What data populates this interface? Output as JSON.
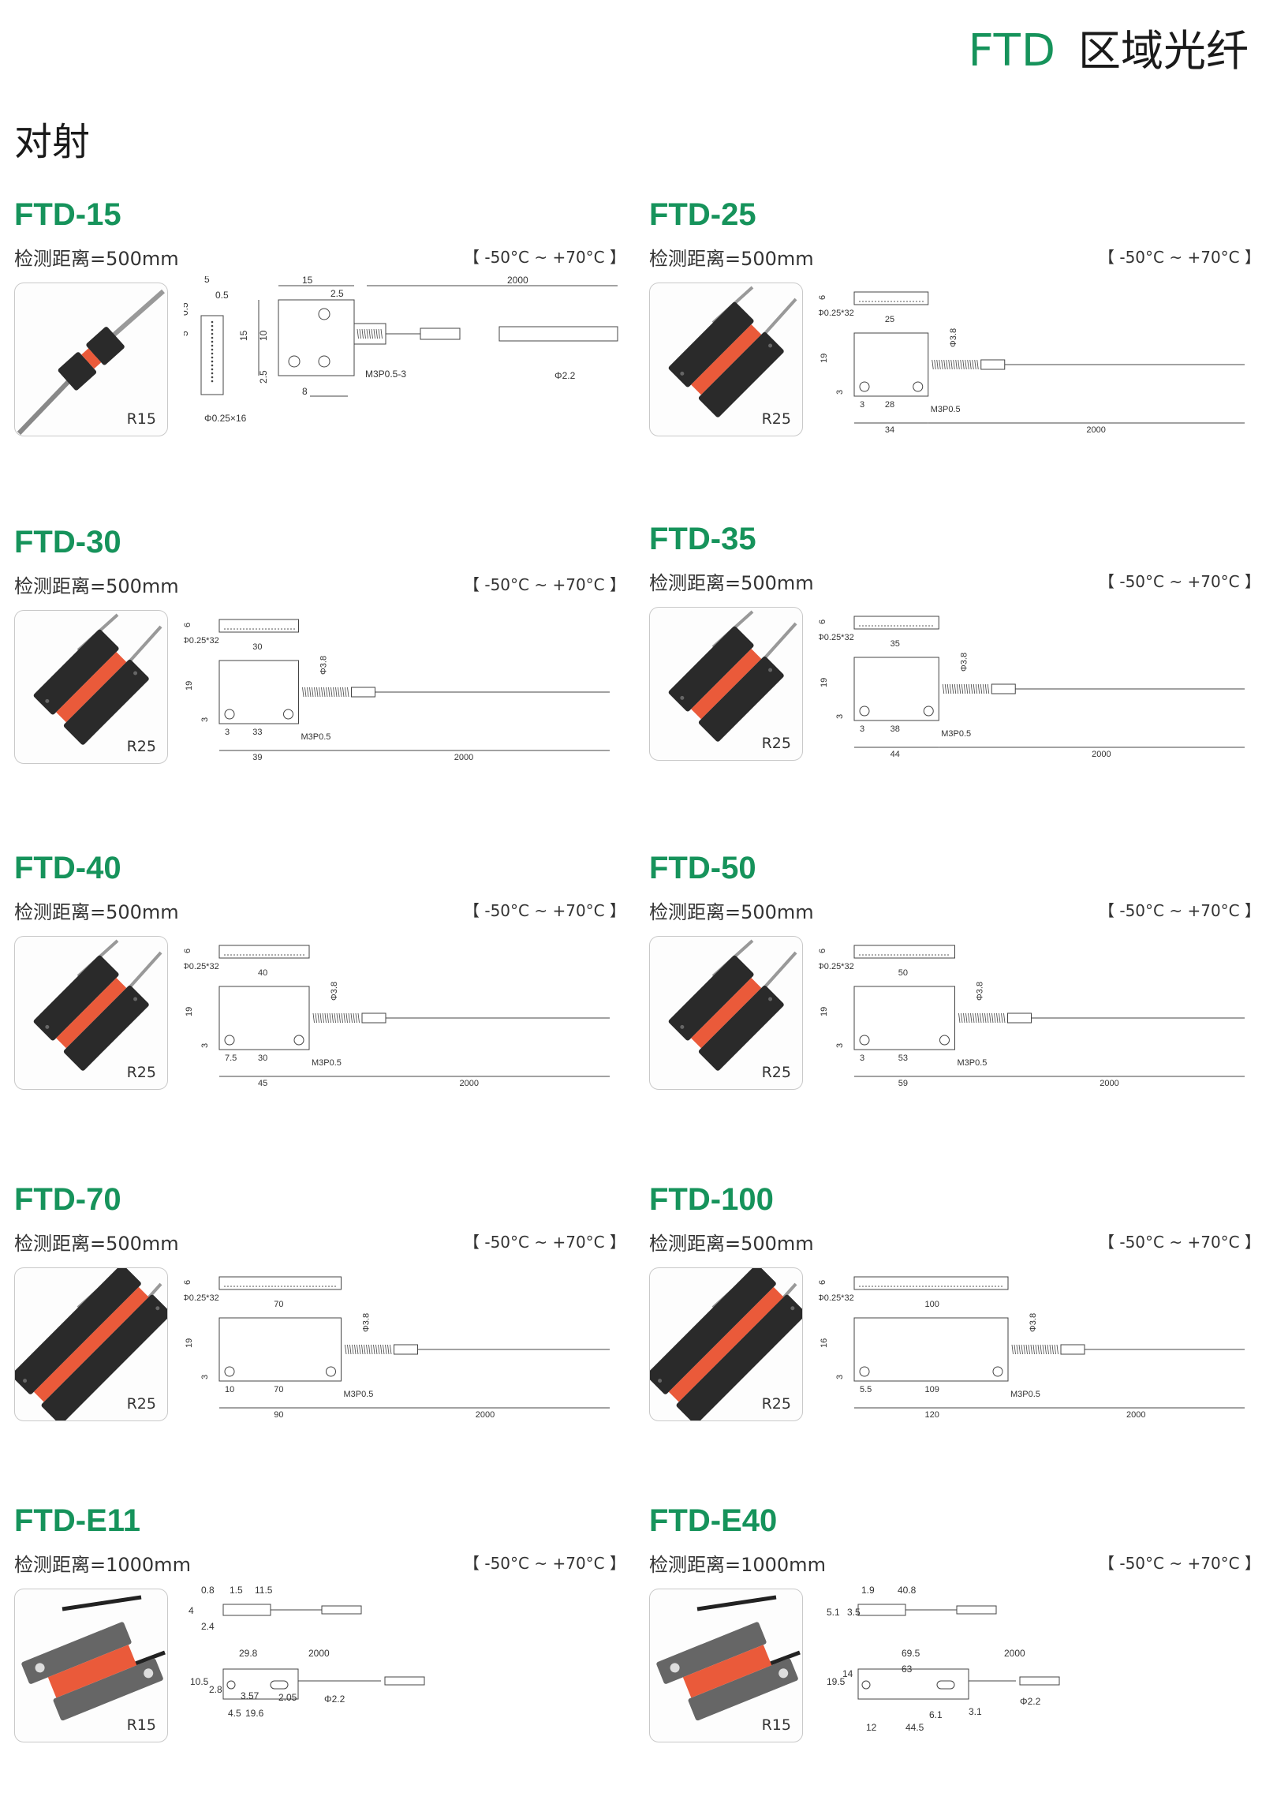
{
  "header": {
    "code": "FTD",
    "title_cn": "区域光纤"
  },
  "section": "对射",
  "colors": {
    "accent": "#16935b",
    "sensor_body": "#2a2a2a",
    "sensor_window": "#ea5a3a"
  },
  "products": [
    {
      "model": "FTD-15",
      "distance": "检测距离=500mm",
      "temp": "【 -50°C ~ +70°C 】",
      "radius": "R15",
      "photo": "slim",
      "dims": [
        "5",
        "0.5",
        "15",
        "2.5",
        "2000",
        "0.5",
        "5",
        "15",
        "10",
        "2.5",
        "8",
        "Φ0.25×16",
        "M3P0.5-3",
        "Φ2.2"
      ]
    },
    {
      "model": "FTD-25",
      "distance": "检测距离=500mm",
      "temp": "【 -50°C ~ +70°C 】",
      "radius": "R25",
      "photo": "block",
      "dims": [
        "6",
        "Φ0.25*32",
        "25",
        "Φ3.8",
        "19",
        "3",
        "3",
        "28",
        "M3P0.5",
        "34",
        "2000"
      ]
    },
    {
      "model": "FTD-30",
      "distance": "检测距离=500mm",
      "temp": "【 -50°C ~ +70°C 】",
      "radius": "R25",
      "photo": "block",
      "dims": [
        "6",
        "Φ0.25*32",
        "30",
        "Φ3.8",
        "19",
        "3",
        "3",
        "33",
        "M3P0.5",
        "39",
        "2000"
      ]
    },
    {
      "model": "FTD-35",
      "distance": "检测距离=500mm",
      "temp": "【 -50°C ~ +70°C 】",
      "radius": "R25",
      "photo": "block",
      "dims": [
        "6",
        "Φ0.25*32",
        "35",
        "Φ3.8",
        "19",
        "3",
        "3",
        "38",
        "M3P0.5",
        "44",
        "2000"
      ]
    },
    {
      "model": "FTD-40",
      "distance": "检测距离=500mm",
      "temp": "【 -50°C ~ +70°C 】",
      "radius": "R25",
      "photo": "block",
      "dims": [
        "6",
        "Φ0.25*32",
        "40",
        "Φ3.8",
        "19",
        "3",
        "7.5",
        "30",
        "M3P0.5",
        "45",
        "2000"
      ]
    },
    {
      "model": "FTD-50",
      "distance": "检测距离=500mm",
      "temp": "【 -50°C ~ +70°C 】",
      "radius": "R25",
      "photo": "block",
      "dims": [
        "6",
        "Φ0.25*32",
        "50",
        "Φ3.8",
        "19",
        "3",
        "3",
        "53",
        "M3P0.5",
        "59",
        "2000"
      ]
    },
    {
      "model": "FTD-70",
      "distance": "检测距离=500mm",
      "temp": "【 -50°C ~ +70°C 】",
      "radius": "R25",
      "photo": "long",
      "dims": [
        "6",
        "Φ0.25*32",
        "70",
        "Φ3.8",
        "19",
        "3",
        "10",
        "70",
        "M3P0.5",
        "90",
        "2000"
      ]
    },
    {
      "model": "FTD-100",
      "distance": "检测距离=500mm",
      "temp": "【 -50°C ~ +70°C 】",
      "radius": "R25",
      "photo": "long",
      "dims": [
        "6",
        "Φ0.25*32",
        "100",
        "Φ3.8",
        "16",
        "3",
        "5.5",
        "109",
        "M3P0.5",
        "120",
        "2000"
      ]
    },
    {
      "model": "FTD-E11",
      "distance": "检测距离=1000mm",
      "temp": "【 -50°C ~ +70°C 】",
      "radius": "R15",
      "photo": "grey",
      "dims": [
        "0.8",
        "1.5",
        "11.5",
        "4",
        "2.4",
        "29.8",
        "2000",
        "10.5",
        "2.8",
        "3.57",
        "2.05",
        "Φ2.2",
        "4.5",
        "19.6"
      ]
    },
    {
      "model": "FTD-E40",
      "distance": "检测距离=1000mm",
      "temp": "【 -50°C ~ +70°C 】",
      "radius": "R15",
      "photo": "grey",
      "dims": [
        "1.9",
        "40.8",
        "5.1",
        "3.5",
        "69.5",
        "2000",
        "63",
        "19.5",
        "14",
        "Φ2.2",
        "6.1",
        "3.1",
        "12",
        "44.5"
      ]
    }
  ]
}
